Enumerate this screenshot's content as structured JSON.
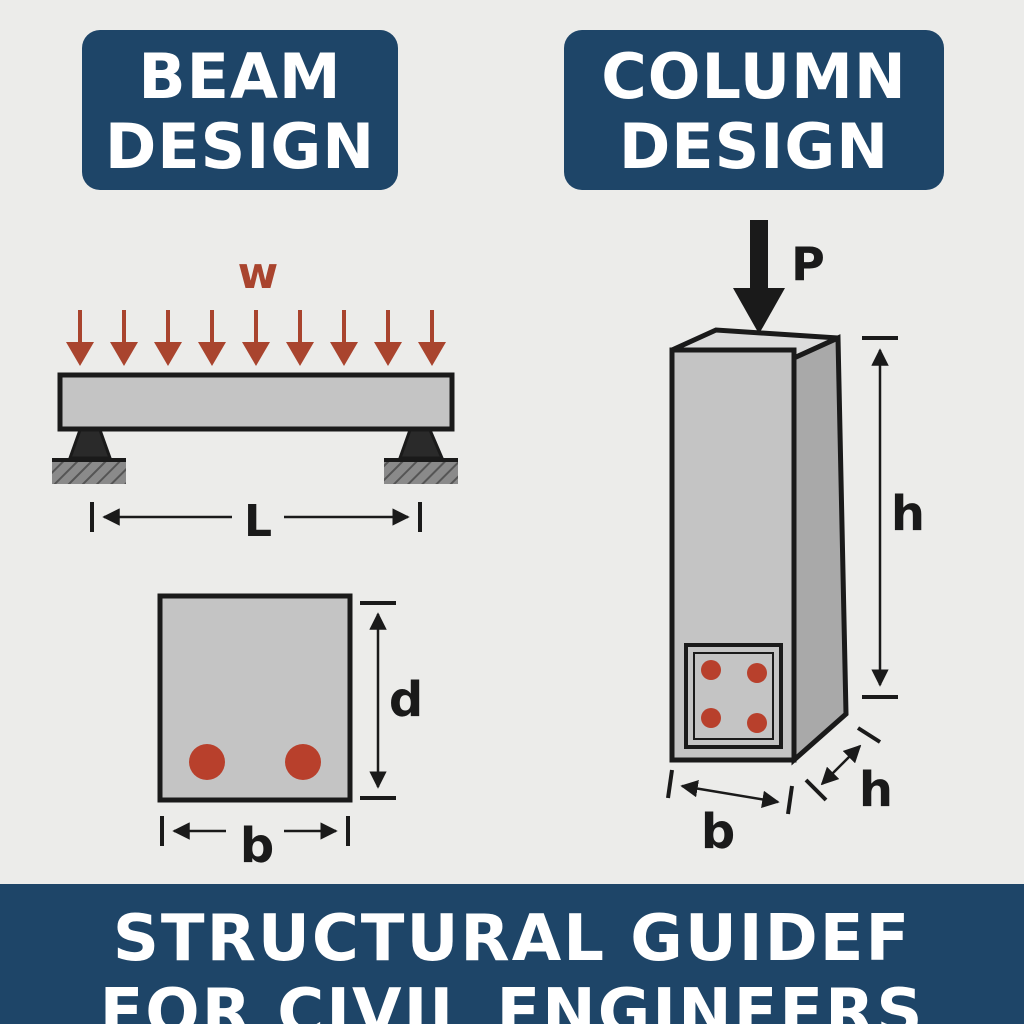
{
  "beam": {
    "title_line1": "BEAM",
    "title_line2": "DESIGN",
    "load_label": "w",
    "span_label": "L",
    "section_depth_label": "d",
    "section_width_label": "b"
  },
  "column": {
    "title_line1": "COLUMN",
    "title_line2": "DESIGN",
    "load_label": "P",
    "height_label": "h",
    "width_label": "b",
    "depth_label": "h"
  },
  "footer": {
    "line1": "STRUCTURAL GUIDEF",
    "line2": "FOR CIVIL ENGINEERS"
  },
  "colors": {
    "navy": "#1e4568",
    "background": "#ececea",
    "concrete": "#c4c4c4",
    "rebar": "#b8402c",
    "load_arrow": "#a9442e",
    "outline": "#1a1a1a"
  }
}
